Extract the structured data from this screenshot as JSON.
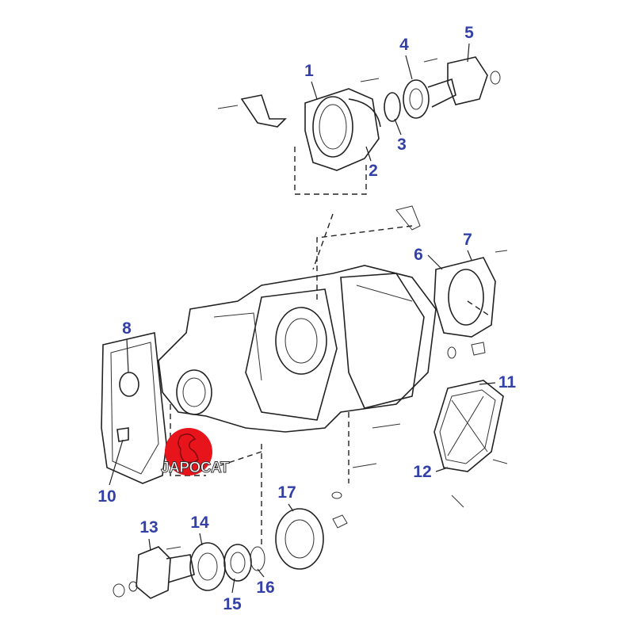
{
  "diagram": {
    "title": "Transfer case housing exploded view",
    "callouts": [
      "1",
      "2",
      "3",
      "4",
      "5",
      "6",
      "7",
      "8",
      "10",
      "11",
      "12",
      "13",
      "14",
      "15",
      "16",
      "17"
    ],
    "callout_color": "#3340a8",
    "logo": {
      "text": "JAPOCAT",
      "color": "#e8141c"
    }
  }
}
